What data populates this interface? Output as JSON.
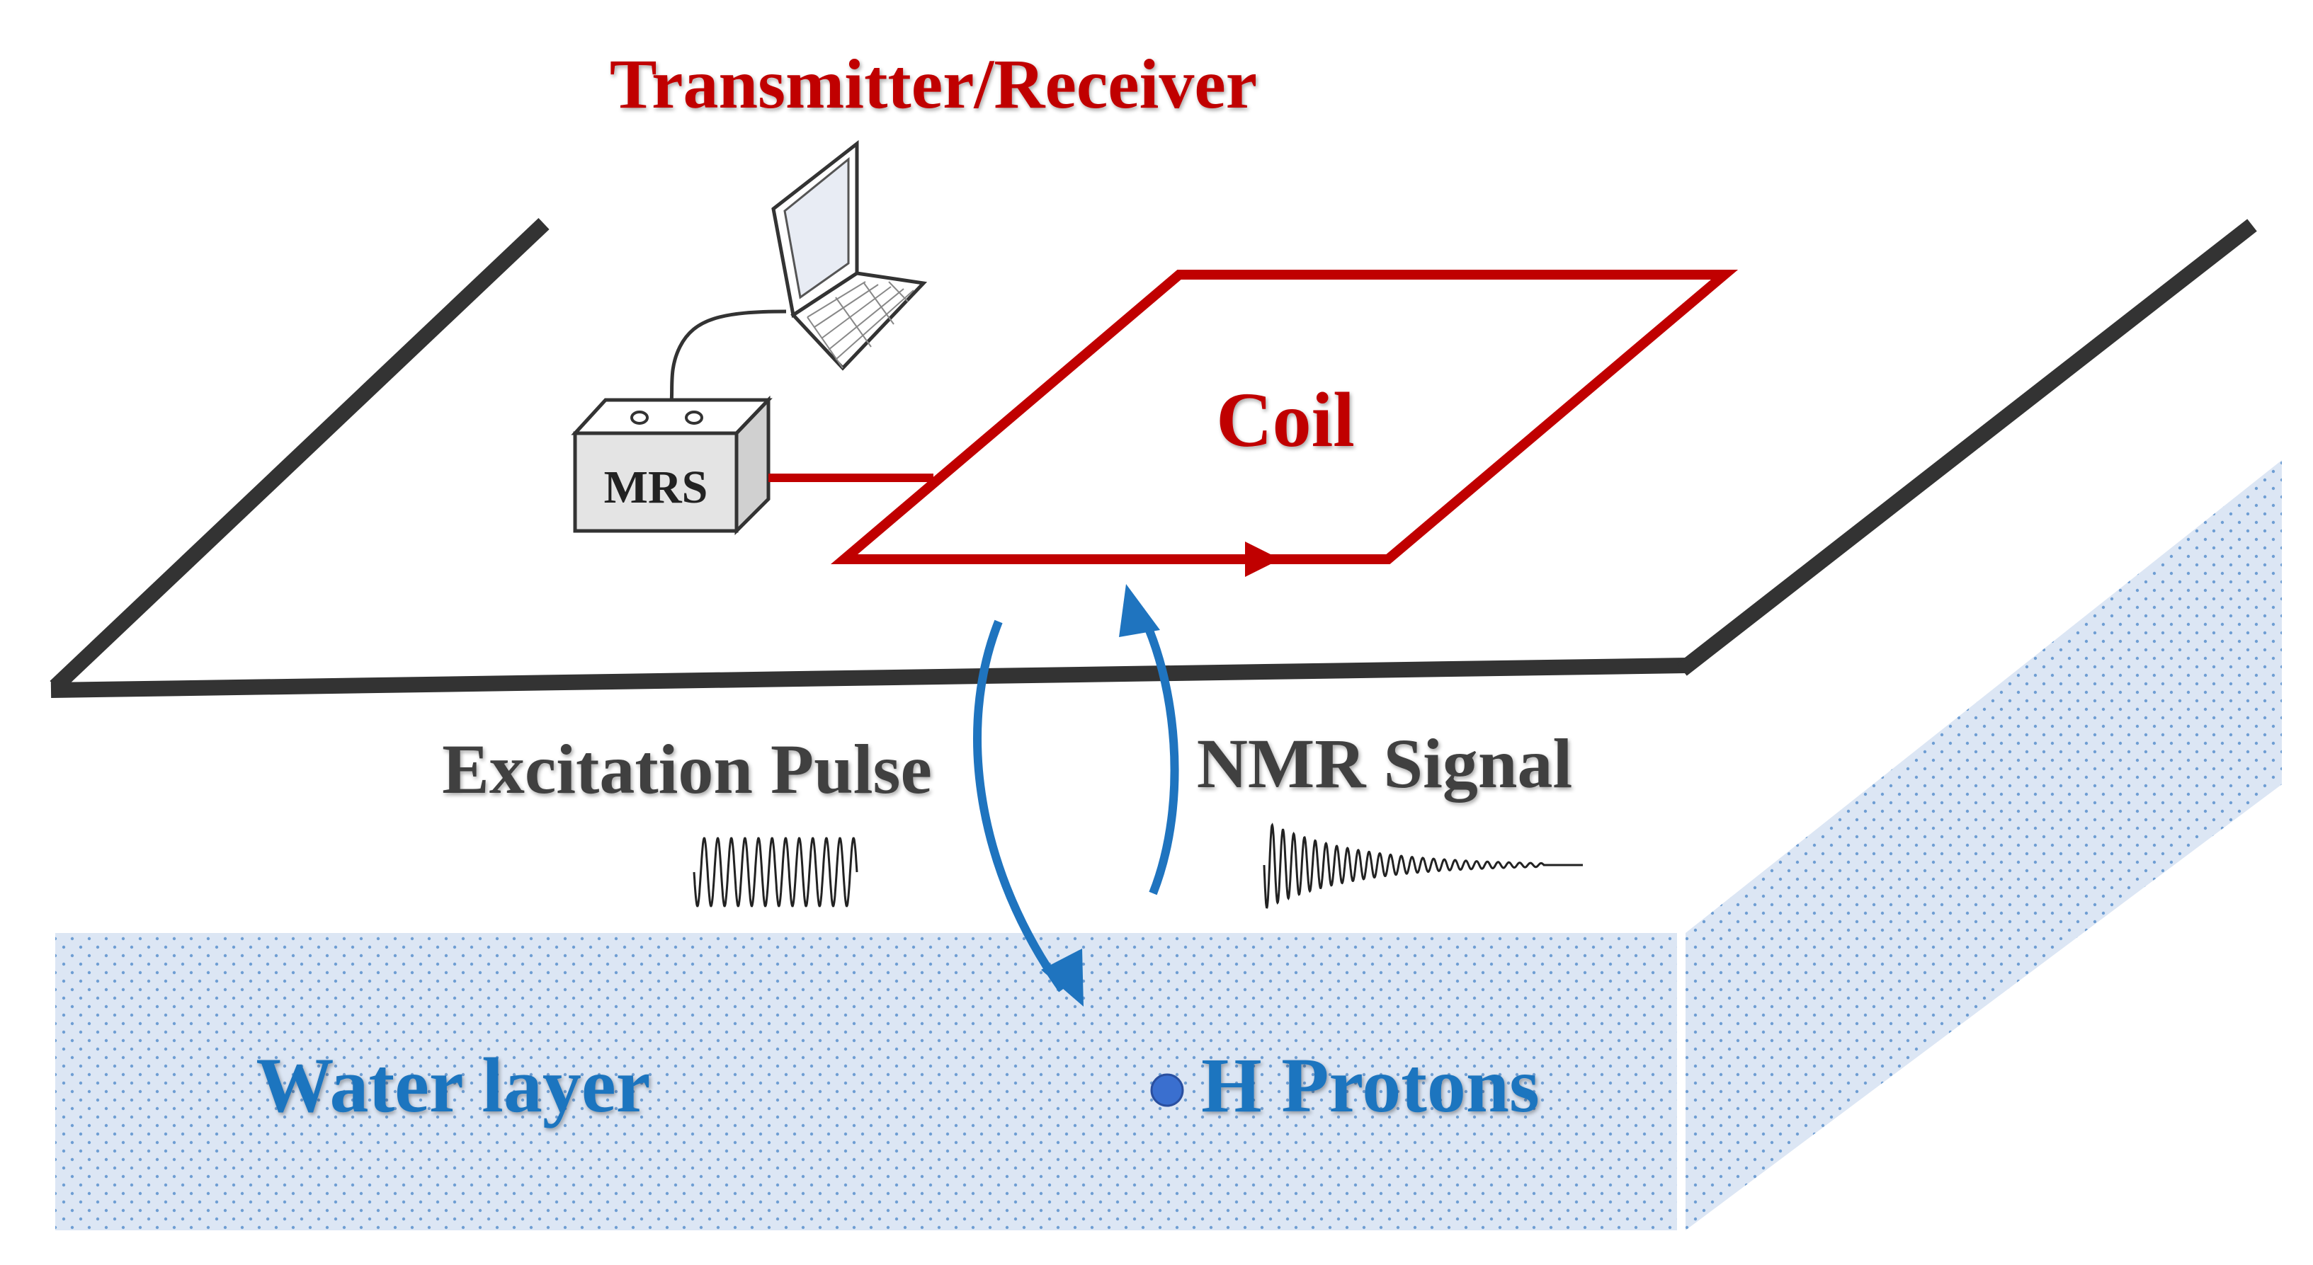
{
  "labels": {
    "title": "Transmitter/Receiver",
    "coil": "Coil",
    "device": "MRS",
    "excitation": "Excitation Pulse",
    "signal": "NMR Signal",
    "water": "Water layer",
    "protons": "H Protons"
  },
  "colors": {
    "coil_red": "#c00000",
    "arrow_blue": "#1f74bf",
    "water_fill": "#dce6f4",
    "water_dot": "#4a86c8",
    "ground_line": "#333333",
    "label_gray": "#404040",
    "proton_blue": "#3a6fcf"
  },
  "icons": {
    "laptop": "laptop-icon",
    "device": "mrs-box-icon"
  }
}
